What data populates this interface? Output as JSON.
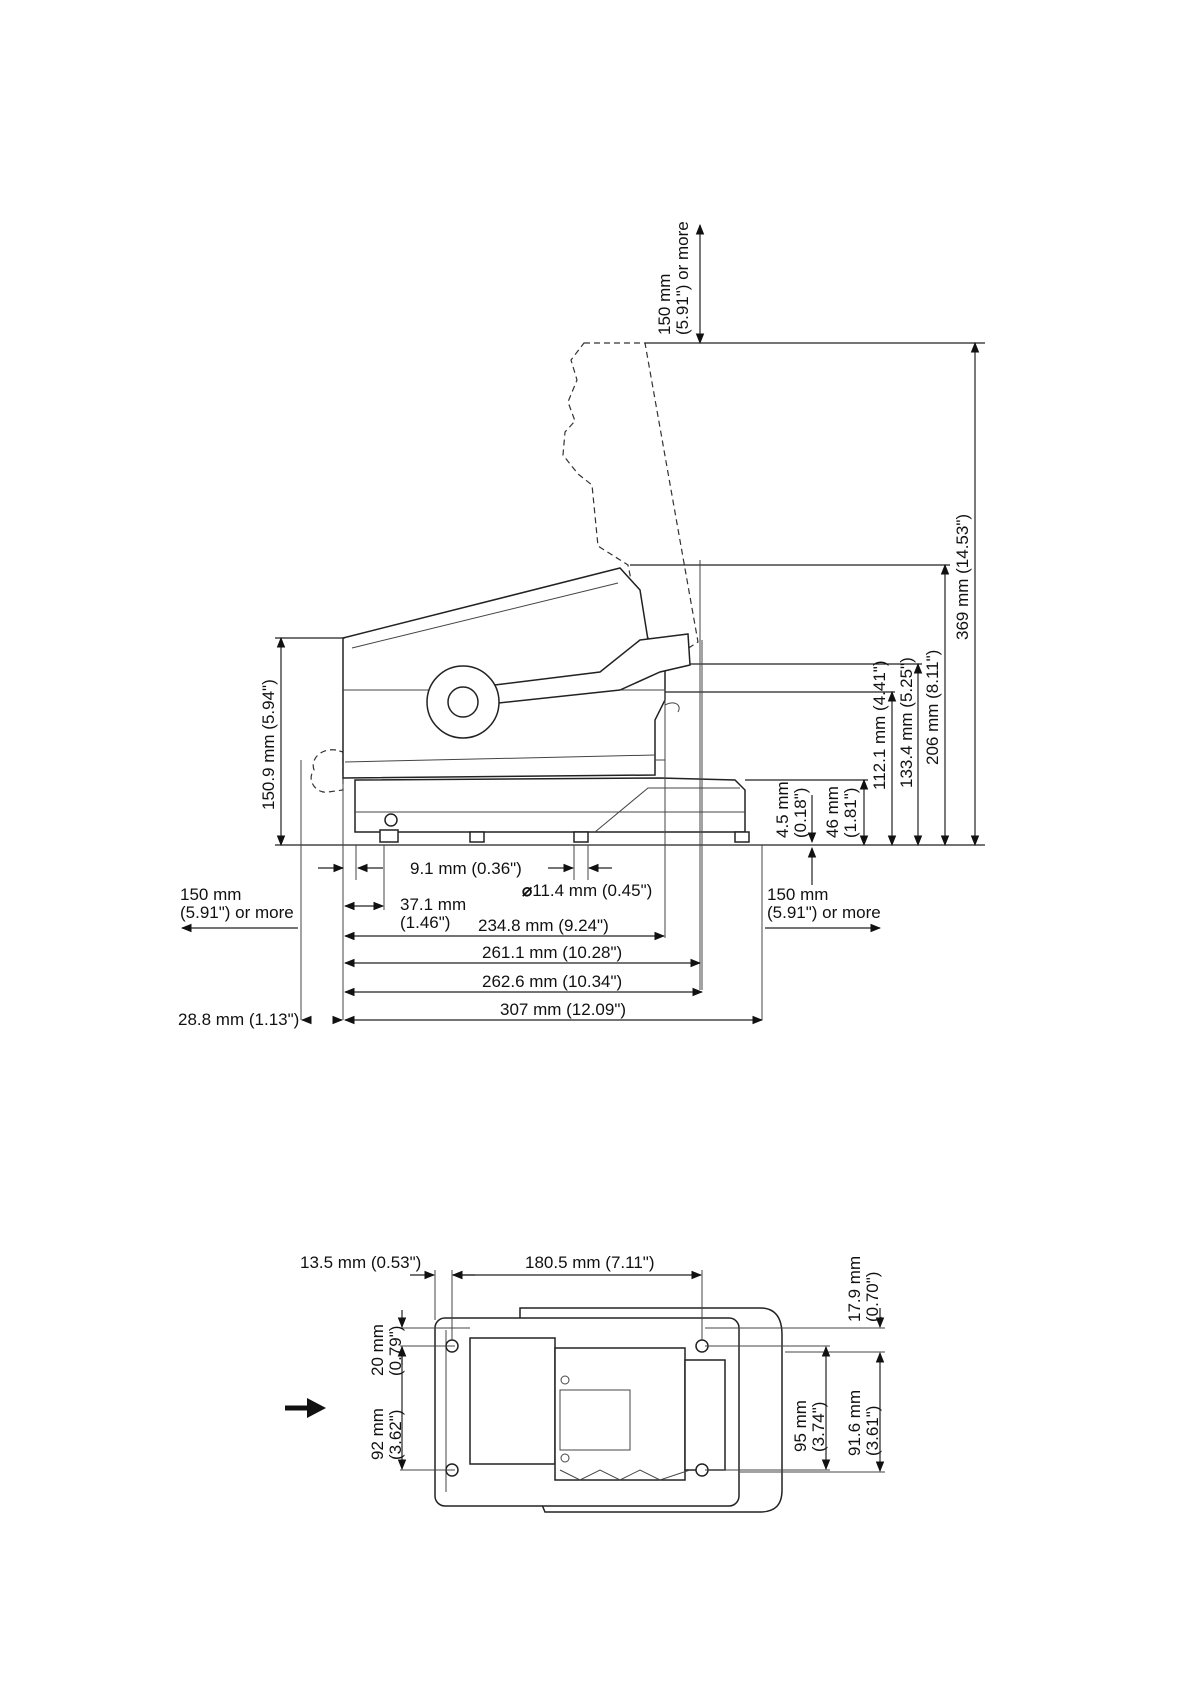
{
  "side_view": {
    "top_clearance": [
      "150 mm",
      "(5.91\") or more"
    ],
    "height_open": "369 mm (14.53\")",
    "height_cover_top": "206 mm (8.11\")",
    "height_133": "133.4 mm (5.25\")",
    "height_112": "112.1 mm (4.41\")",
    "height_46": [
      "46 mm",
      "(1.81\")"
    ],
    "height_4_5": [
      "4.5 mm",
      "(0.18\")"
    ],
    "height_body": "150.9 mm (5.94\")",
    "foot_offset": "9.1 mm (0.36\")",
    "foot_diameter": "11.4 mm (0.45\")",
    "diameter_symbol": "⌀",
    "left_clearance": [
      "150 mm",
      "(5.91\") or more"
    ],
    "right_clearance": [
      "150 mm",
      "(5.91\") or more"
    ],
    "width_37": [
      "37.1 mm",
      "(1.46\")"
    ],
    "width_234": "234.8 mm (9.24\")",
    "width_261": "261.1 mm (10.28\")",
    "width_262": "262.6 mm (10.34\")",
    "width_307": "307 mm (12.09\")",
    "rear_overhang": "28.8 mm (1.13\")"
  },
  "bottom_view": {
    "offset_13_5": "13.5 mm (0.53\")",
    "width_180": "180.5 mm (7.11\")",
    "offset_17_9": [
      "17.9 mm",
      "(0.70\")"
    ],
    "offset_20": [
      "20 mm",
      "(0.79\")"
    ],
    "spacing_92": [
      "92 mm",
      "(3.62\")"
    ],
    "spacing_95": [
      "95 mm",
      "(3.74\")"
    ],
    "spacing_91_6": [
      "91.6 mm",
      "(3.61\")"
    ],
    "direction_arrow": "right-arrow-icon"
  }
}
